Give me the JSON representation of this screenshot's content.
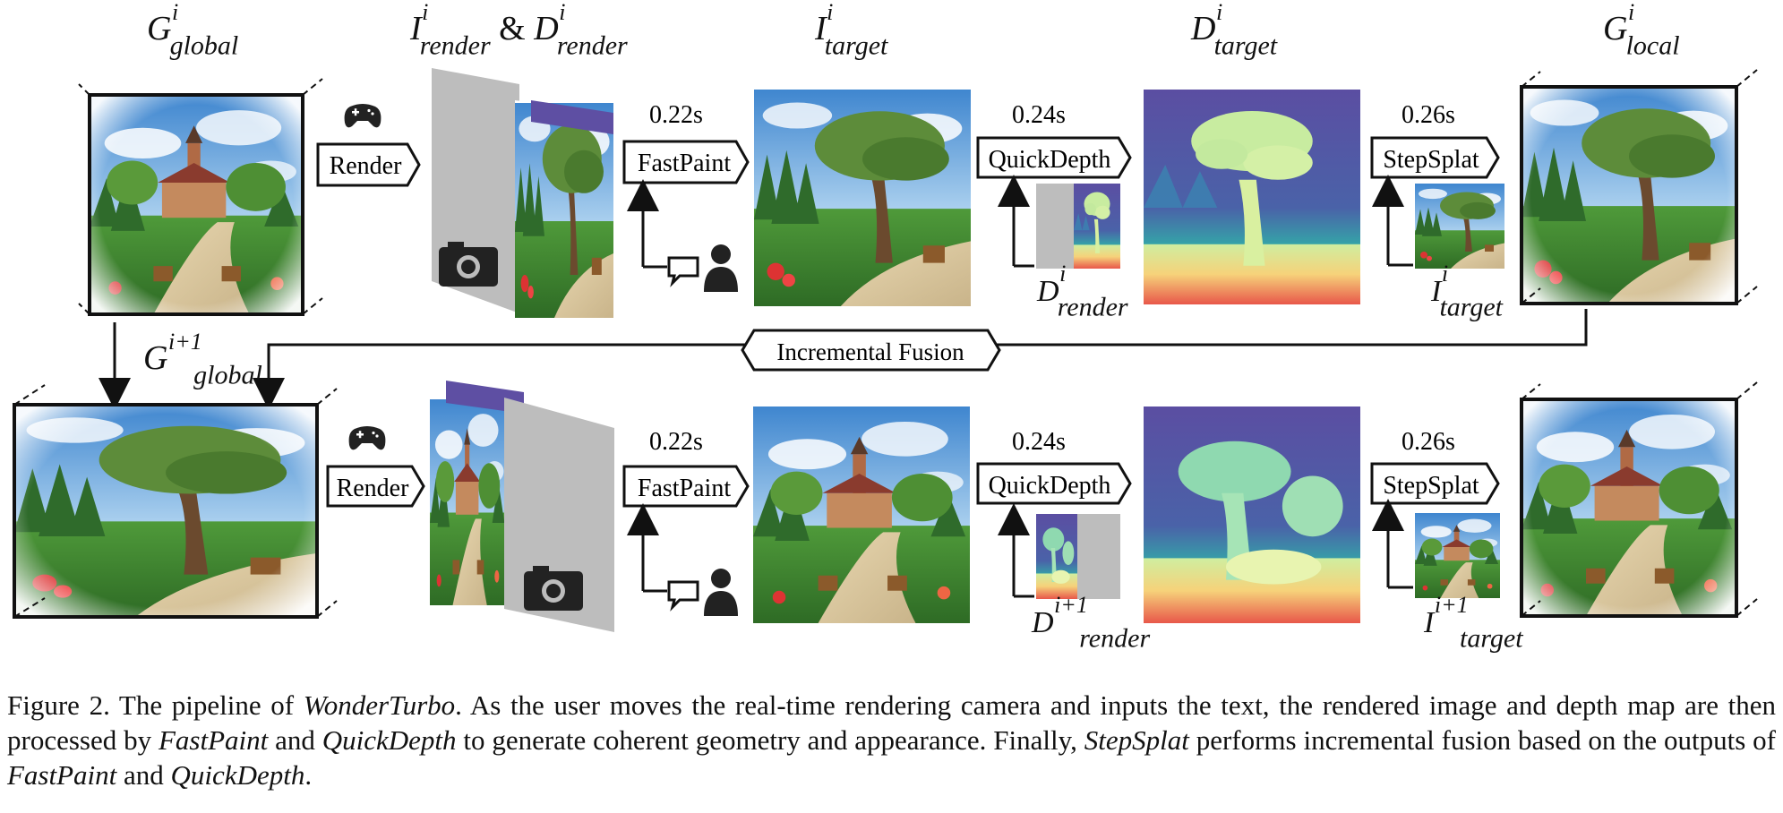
{
  "labels": {
    "g_global": {
      "base": "G",
      "sup": "i",
      "sub": "global"
    },
    "render_pair": {
      "i_base": "I",
      "i_sup": "i",
      "i_sub": "render",
      "amp": "&",
      "d_base": "D",
      "d_sup": "i",
      "d_sub": "render"
    },
    "i_target": {
      "base": "I",
      "sup": "i",
      "sub": "target"
    },
    "d_target": {
      "base": "D",
      "sup": "i",
      "sub": "target"
    },
    "g_local": {
      "base": "G",
      "sup": "i",
      "sub": "local"
    },
    "g_global_next": {
      "base": "G",
      "sup": "i+1",
      "sub": "global"
    },
    "d_render_small": {
      "base": "D",
      "sup": "i",
      "sub": "render"
    },
    "i_target_small": {
      "base": "I",
      "sup": "i",
      "sub": "target"
    },
    "d_render_next_small": {
      "base": "D",
      "sup": "i+1",
      "sub": "render"
    },
    "i_target_next_small": {
      "base": "I",
      "sup": "i+1",
      "sub": "target"
    }
  },
  "modules": {
    "render": "Render",
    "fastpaint": "FastPaint",
    "quickdepth": "QuickDepth",
    "stepsplat": "StepSplat",
    "incremental_fusion": "Incremental Fusion"
  },
  "timings": {
    "fastpaint": "0.22s",
    "quickdepth": "0.24s",
    "stepsplat": "0.26s"
  },
  "icons": [
    "gamepad-icon",
    "camera-icon",
    "chat-bubble-icon",
    "person-icon"
  ],
  "colors": {
    "sky": "#4c93d6",
    "depth_purple": "#5e4fa3",
    "depth_yellow": "#eef3a6",
    "depth_red": "#d83a4a",
    "camera_gray": "#bdbdbd"
  },
  "caption": {
    "p1": "Figure 2.  The pipeline of ",
    "em1": "WonderTurbo",
    "p2": ".  As the user moves the real-time rendering camera and inputs the text, the rendered image and depth map are then processed by ",
    "em2": "FastPaint",
    "p3": " and ",
    "em3": "QuickDepth",
    "p4": " to generate coherent geometry and appearance. Finally, ",
    "em4": "StepSplat",
    "p5": " performs incremental fusion based on the outputs of ",
    "em5": "FastPaint",
    "p6": " and ",
    "em6": "QuickDepth",
    "p7": "."
  }
}
